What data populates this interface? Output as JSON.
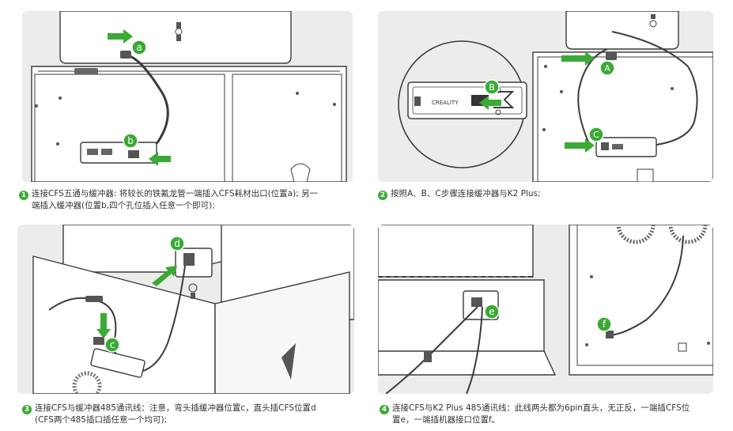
{
  "steps": [
    {
      "num": "1",
      "text": "连接CFS五通与缓冲器: 将较长的铁氟龙管一端插入CFS耗材出口(位置a); 另一",
      "text2": "端插入缓冲器(位置b,四个孔位插入任意一个即可);"
    },
    {
      "num": "2",
      "text": "按照A、B、C步骤连接缓冲器与K2 Plus;"
    },
    {
      "num": "3",
      "text": "连接CFS与缓冲器485通讯线：注意，弯头插缓冲器位置c，直头插CFS位置d",
      "text2": "(CFS两个485插口插任意一个均可);"
    },
    {
      "num": "4",
      "text": "连接CFS与K2 Plus 485通讯线：此线两头都为6pin直头，无正反，一端插CFS位",
      "text2": "置e，一端插机器接口位置f。"
    }
  ],
  "markers": {
    "a": "a",
    "b": "b",
    "A": "A",
    "B": "B",
    "C": "C",
    "c": "c",
    "d": "d",
    "e": "e",
    "f": "f"
  },
  "buffer_logo": "CREALITY",
  "colors": {
    "accent": "#3aaa35",
    "panel": "#ececeb",
    "line": "#3c3c3c"
  }
}
